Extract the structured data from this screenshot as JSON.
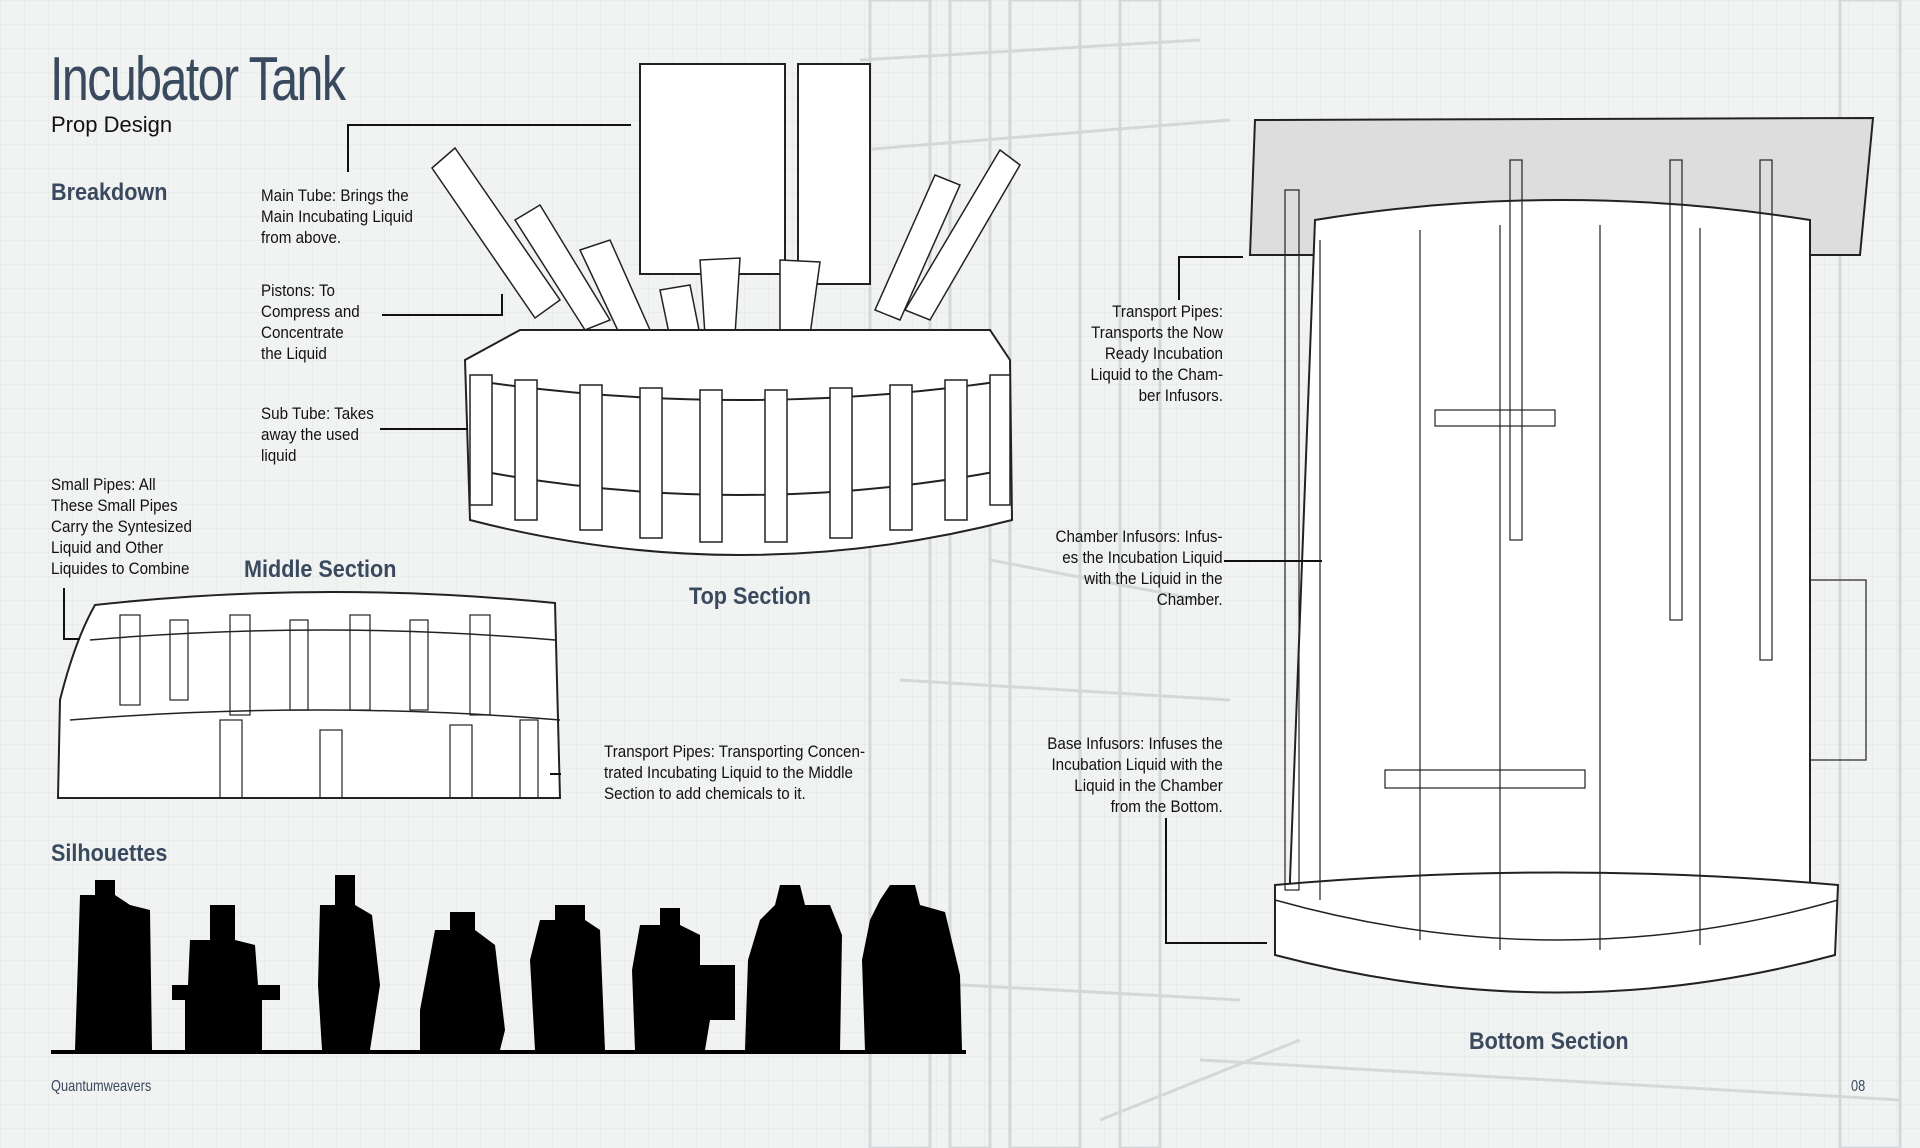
{
  "page": {
    "title": "Incubator Tank",
    "subtitle": "Prop Design",
    "footer_left": "Quantumweavers",
    "page_number": "08"
  },
  "headings": {
    "breakdown": "Breakdown",
    "middle_section": "Middle Section",
    "top_section": "Top Section",
    "silhouettes": "Silhouettes",
    "bottom_section": "Bottom Section"
  },
  "notes": {
    "main_tube": [
      "Main Tube: Brings the",
      "Main Incubating Liquid",
      "from above."
    ],
    "pistons": [
      "Pistons: To",
      "Compress and",
      "Concentrate",
      "the Liquid"
    ],
    "sub_tube": [
      "Sub Tube: Takes",
      "away the used",
      "liquid"
    ],
    "small_pipes": [
      "Small Pipes: All",
      "These Small Pipes",
      "Carry the Syntesized",
      "Liquid and Other",
      "Liquides to Combine"
    ],
    "transport_pipes_middle": [
      "Transport Pipes: Transporting Concen-",
      "trated Incubating Liquid to the Middle",
      "Section to add chemicals to it."
    ],
    "transport_pipes_bottom": [
      "Transport Pipes:",
      "Transports the Now",
      "Ready Incubation",
      "Liquid to the Cham-",
      "ber Infusors."
    ],
    "chamber_infusors": [
      "Chamber Infusors: Infus-",
      "es the Incubation Liquid",
      "with the Liquid in the",
      "Chamber."
    ],
    "base_infusors": [
      "Base Infusors: Infuses the",
      "Incubation Liquid with the",
      "Liquid in the Chamber",
      "from the Bottom."
    ]
  },
  "colors": {
    "heading": "#3a4a5e",
    "background": "#f1f2f2"
  }
}
